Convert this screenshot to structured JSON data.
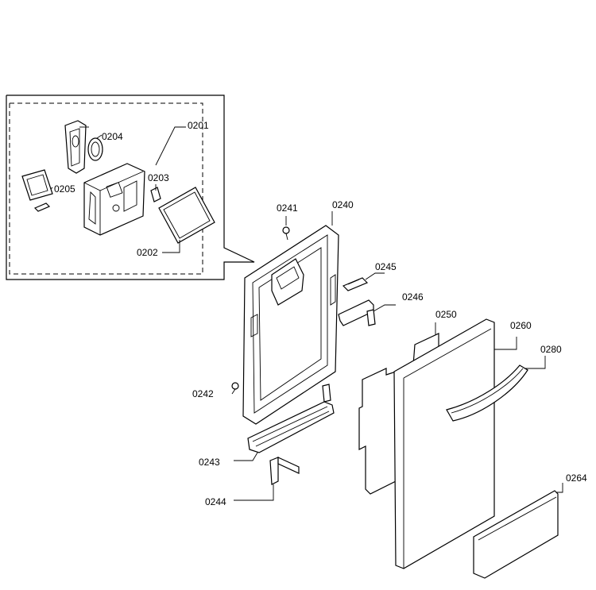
{
  "labels": {
    "p0201": "0201",
    "p0202": "0202",
    "p0203": "0203",
    "p0204": "0204",
    "p0205": "0205",
    "p0240": "0240",
    "p0241": "0241",
    "p0242": "0242",
    "p0243": "0243",
    "p0244": "0244",
    "p0245": "0245",
    "p0246": "0246",
    "p0250": "0250",
    "p0260": "0260",
    "p0264": "0264",
    "p0280": "0280"
  }
}
